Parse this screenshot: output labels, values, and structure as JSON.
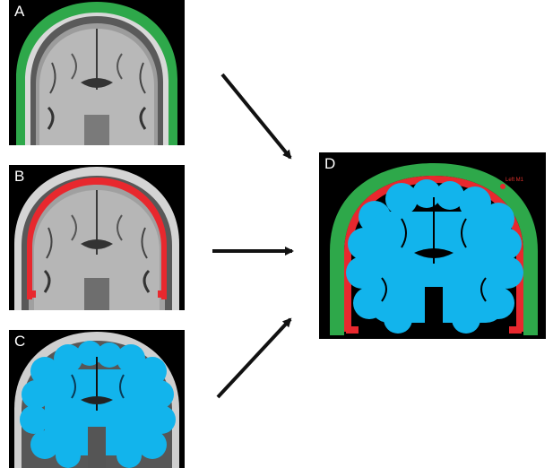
{
  "panels": {
    "a": {
      "label": "A"
    },
    "b": {
      "label": "B"
    },
    "c": {
      "label": "C"
    },
    "d": {
      "label": "D",
      "landmark_label": "Left M1"
    }
  },
  "colors": {
    "scalp": "#2ea84a",
    "skull_csf": "#e8282e",
    "brain": "#12b4ec",
    "background": "#000000",
    "arrow": "#111111"
  }
}
